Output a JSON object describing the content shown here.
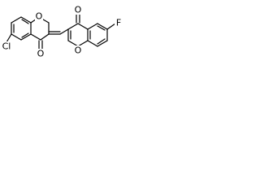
{
  "molecule": {
    "atom_labels": {
      "left_ring_oxygen": "O",
      "left_carbonyl_oxygen": "O",
      "chlorine": "Cl",
      "right_carbonyl_oxygen": "O",
      "right_ring_oxygen": "O",
      "fluorine": "F"
    },
    "colors": {
      "ink": "#000000",
      "background": "#ffffff"
    }
  }
}
